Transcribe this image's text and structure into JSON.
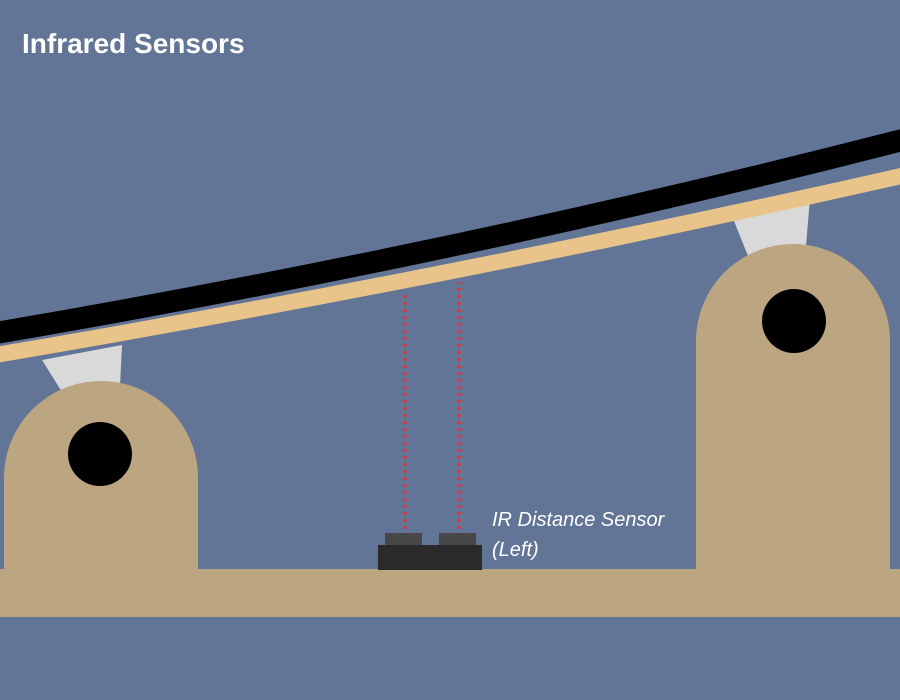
{
  "diagram": {
    "title": "Infrared Sensors",
    "sensor_label": {
      "line1": "IR Distance Sensor",
      "line2": "(Left)"
    }
  },
  "colors": {
    "background": "#627596",
    "frame": "#bca581",
    "track_top": "#000000",
    "track_underside": "#e8c48a",
    "support_bracket": "#d9d9d9",
    "pivot_hole": "#000000",
    "sensor_body": "#2a2a2a",
    "sensor_emitter": "#474747",
    "ir_beam": "#e0333a",
    "text": "#ffffff"
  }
}
